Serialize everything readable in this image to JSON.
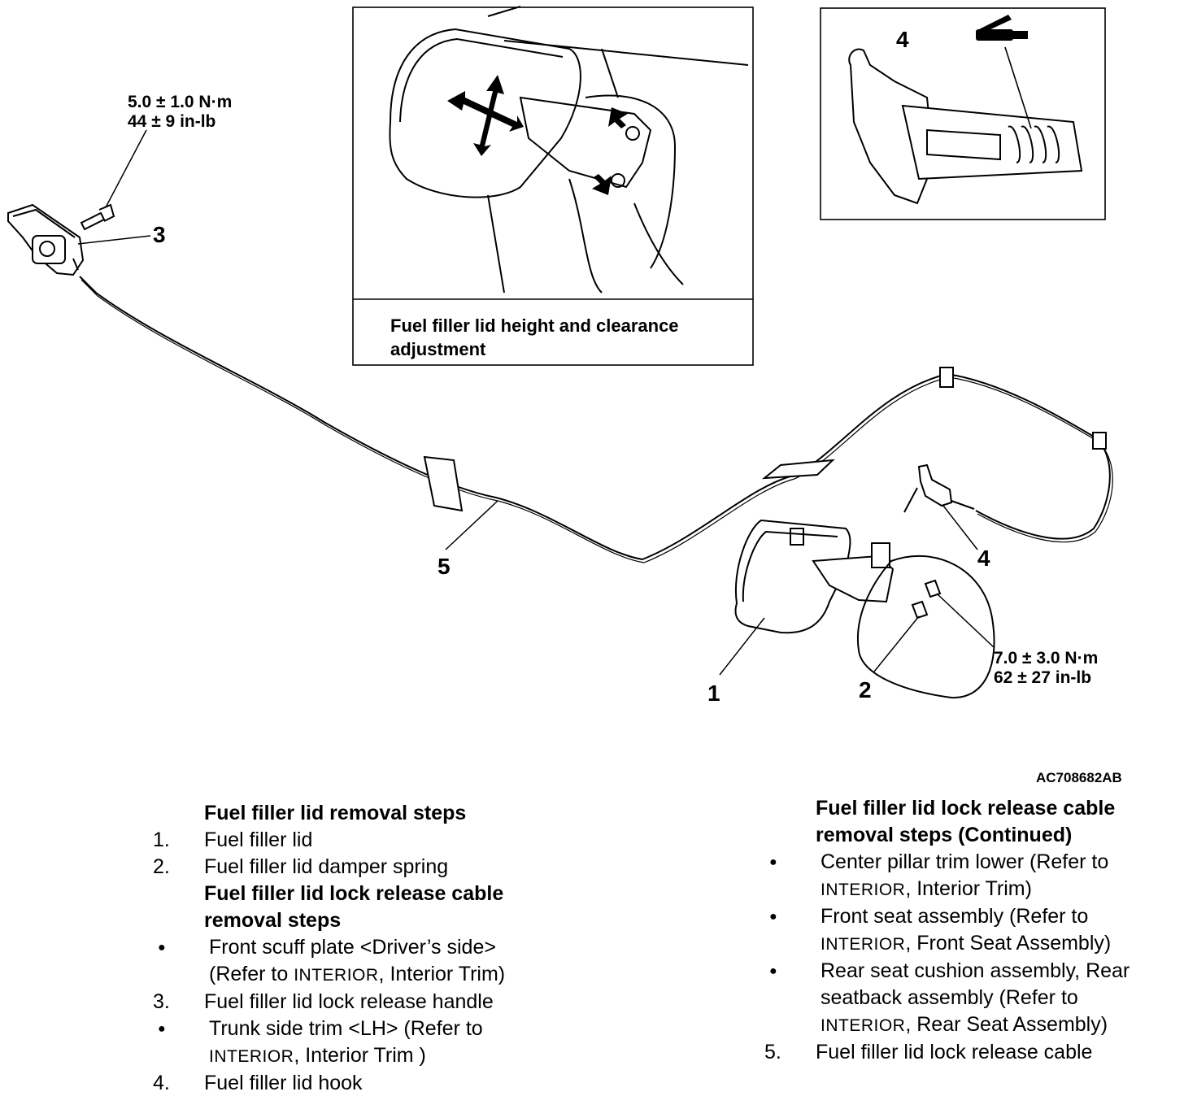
{
  "illustration_code": "AC708682AB",
  "torque": {
    "handle_bolt": {
      "nm": "5.0 ± 1.0 N·m",
      "inlb": "44 ± 9 in-lb"
    },
    "lid_bolt": {
      "nm": "7.0 ± 3.0 N·m",
      "inlb": "62 ± 27 in-lb"
    }
  },
  "callouts": {
    "lid": "1",
    "spring": "2",
    "handle": "3",
    "hook": "4",
    "cable": "5"
  },
  "inset_adjustment": {
    "caption_line1": "Fuel filler lid height and clearance",
    "caption_line2": "adjustment"
  },
  "steps_left": {
    "title1": "Fuel filler lid removal steps",
    "s1_num": "1.",
    "s1": "Fuel filler lid",
    "s2_num": "2.",
    "s2": "Fuel filler lid damper spring",
    "title2_line1": "Fuel filler lid lock release cable",
    "title2_line2": "removal steps",
    "b1_line1": "Front scuff plate <Driver’s side>",
    "b1_pre": "(Refer to ",
    "b1_ref": "INTERIOR",
    "b1_post": ", Interior Trim)",
    "s3_num": "3.",
    "s3": "Fuel filler lid lock release handle",
    "b2_line1": "Trunk side trim <LH> (Refer to",
    "b2_ref": "INTERIOR",
    "b2_post": ", Interior Trim )",
    "s4_num": "4.",
    "s4": "Fuel filler lid hook"
  },
  "steps_right": {
    "title_line1": "Fuel filler lid lock release cable",
    "title_line2": "removal steps (Continued)",
    "b1_line1": "Center pillar trim lower (Refer to",
    "b1_ref": "INTERIOR",
    "b1_post": ", Interior Trim)",
    "b2_line1": "Front seat assembly (Refer to",
    "b2_ref": "INTERIOR",
    "b2_post": ", Front Seat Assembly)",
    "b3_line1": "Rear seat cushion assembly, Rear",
    "b3_line2": "seatback assembly (Refer to",
    "b3_ref": "INTERIOR",
    "b3_post": ", Rear Seat Assembly)",
    "s5_num": "5.",
    "s5": "Fuel filler lid lock release cable"
  },
  "bullet_glyph": "●"
}
